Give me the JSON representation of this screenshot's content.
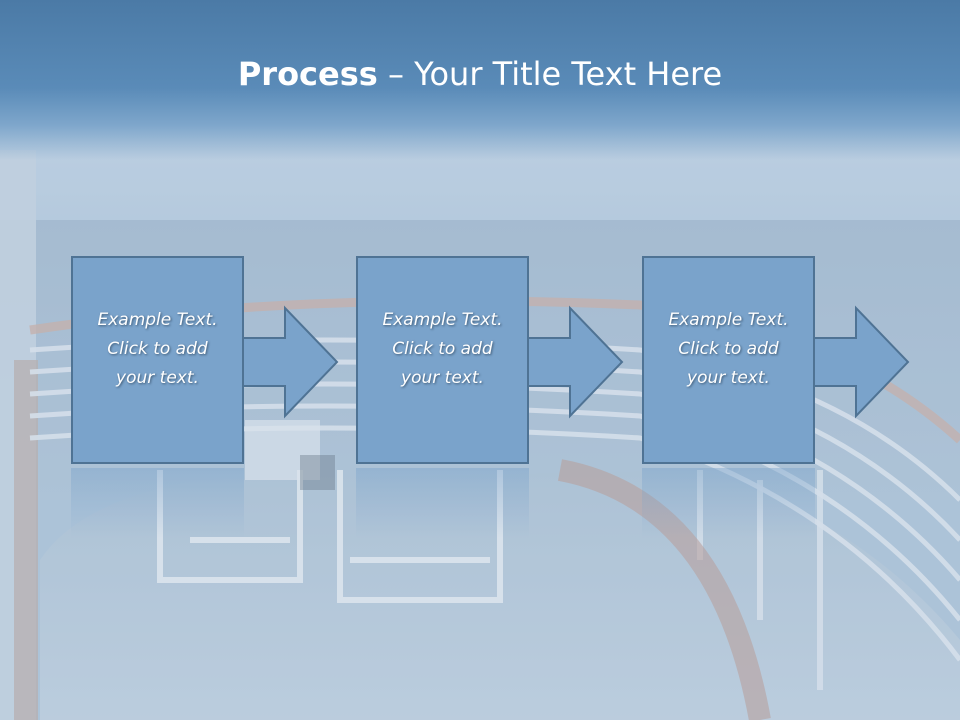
{
  "slide": {
    "title_bold": "Process",
    "title_rest": " – Your Title Text Here"
  },
  "steps": [
    {
      "text": "Example Text.\nClick  to add\nyour text."
    },
    {
      "text": "Example Text.\nClick  to add\nyour text."
    },
    {
      "text": "Example Text.\nClick  to add\nyour text."
    }
  ],
  "colors": {
    "box_fill": "#7aa3cb",
    "box_border": "#4f7394",
    "title_band": "#5a8bb8",
    "text": "#ffffff"
  }
}
